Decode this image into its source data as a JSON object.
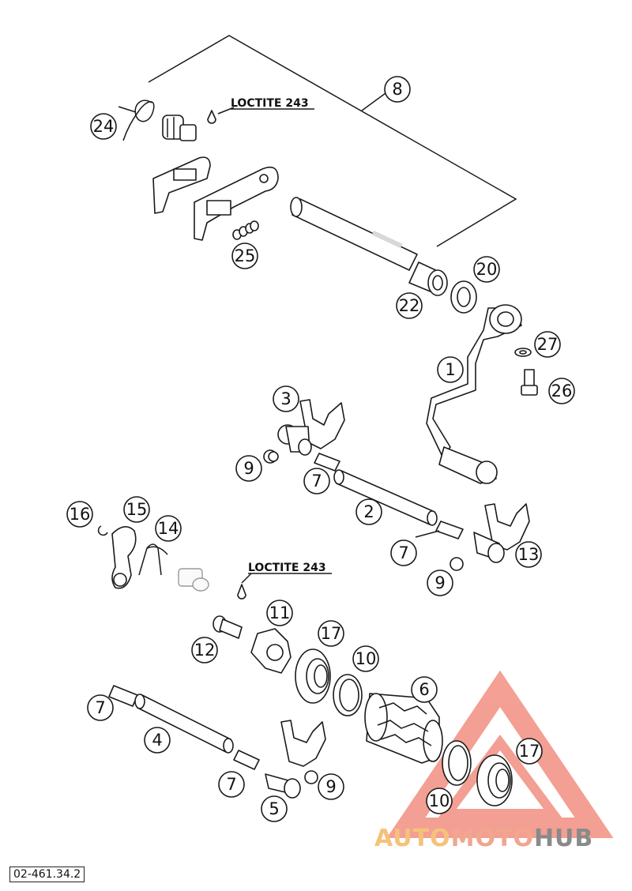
{
  "diagram": {
    "loctite_top": "LOCTITE 243",
    "loctite_bottom": "LOCTITE 243",
    "part_code": "02-461.34.2",
    "callouts": {
      "c1": "1",
      "c2": "2",
      "c3": "3",
      "c4": "4",
      "c5": "5",
      "c6": "6",
      "c7a": "7",
      "c7b": "7",
      "c7c": "7",
      "c7d": "7",
      "c8": "8",
      "c9a": "9",
      "c9b": "9",
      "c9c": "9",
      "c10a": "10",
      "c10b": "10",
      "c11": "11",
      "c12": "12",
      "c13": "13",
      "c14": "14",
      "c15": "15",
      "c16": "16",
      "c17a": "17",
      "c17b": "17",
      "c20": "20",
      "c22": "22",
      "c24": "24",
      "c25": "25",
      "c26": "26",
      "c27": "27"
    }
  },
  "watermark": {
    "part1": "AUTO",
    "part2": "MOTO",
    "part3": "HUB",
    "colors": {
      "auto": "#f4c27a",
      "moto": "#f2a58f",
      "hub": "#8a8a8a",
      "triangle": "#f08070"
    }
  }
}
